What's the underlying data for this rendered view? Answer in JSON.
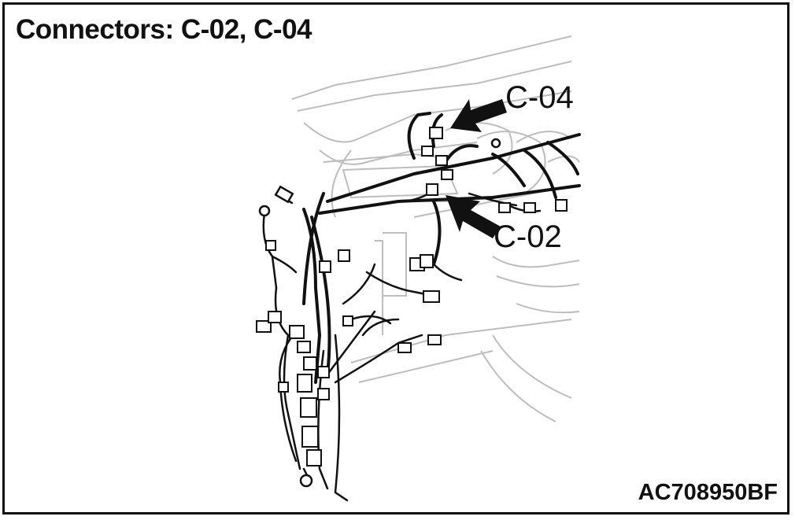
{
  "title": "Connectors: C-02, C-04",
  "callouts": {
    "c04": "C-04",
    "c02": "C-02"
  },
  "figure_code": "AC708950BF",
  "colors": {
    "ink": "#111111",
    "outline": "#bdbdbd",
    "background": "#ffffff"
  }
}
